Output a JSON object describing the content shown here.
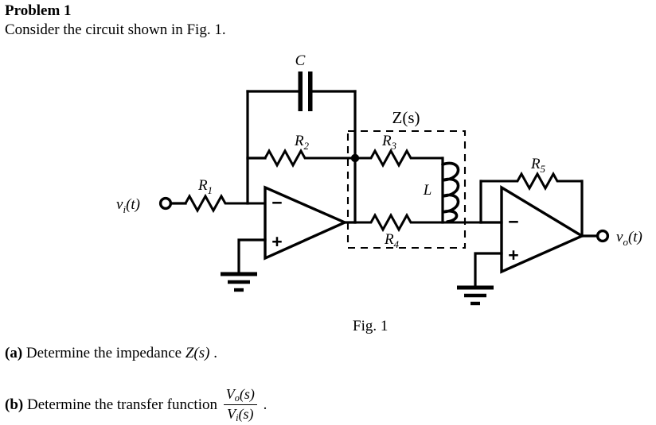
{
  "document": {
    "title": "Problem 1",
    "intro": "Consider the circuit shown in Fig. 1.",
    "figure_caption": "Fig. 1"
  },
  "questions": {
    "a": {
      "marker": "(a)",
      "text_before": "Determine the impedance",
      "symbol": "Z(s)",
      "text_after": "."
    },
    "b": {
      "marker": "(b)",
      "text_before": "Determine the transfer function",
      "numerator": "V",
      "numerator_sub": "o",
      "numerator_arg": "(s)",
      "denominator": "V",
      "denominator_sub": "i",
      "denominator_arg": "(s)",
      "text_after": "."
    }
  },
  "circuit": {
    "input_terminal_label": "v",
    "input_terminal_sub": "i",
    "input_terminal_arg": "(t)",
    "output_terminal_label": "v",
    "output_terminal_sub": "o",
    "output_terminal_arg": "(t)",
    "impedance_box_label": "Z(s)",
    "components": {
      "r1": {
        "label": "R",
        "sub": "1"
      },
      "r2": {
        "label": "R",
        "sub": "2"
      },
      "r3": {
        "label": "R",
        "sub": "3"
      },
      "r4": {
        "label": "R",
        "sub": "4"
      },
      "r5": {
        "label": "R",
        "sub": "5"
      },
      "capacitor": {
        "label": "C"
      },
      "inductor": {
        "label": "L"
      }
    },
    "opamp1": {
      "inverting": "−",
      "noninverting": "+"
    },
    "opamp2": {
      "inverting": "−",
      "noninverting": "+"
    }
  },
  "colors": {
    "ink": "#000000",
    "paper": "#ffffff"
  }
}
